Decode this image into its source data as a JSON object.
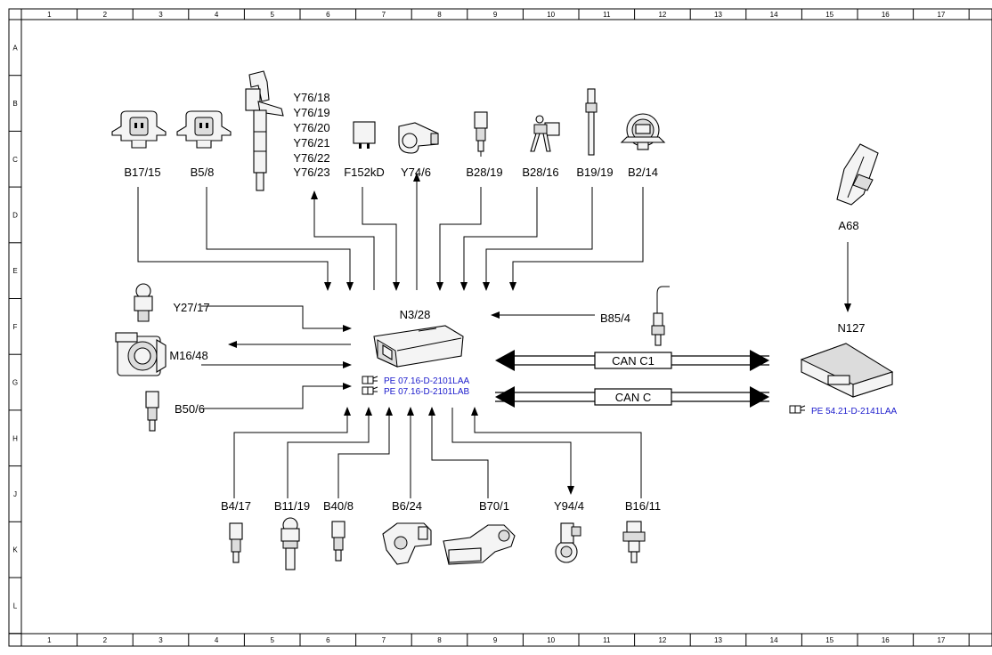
{
  "grid": {
    "columns": [
      "1",
      "2",
      "3",
      "4",
      "5",
      "6",
      "7",
      "8",
      "9",
      "10",
      "11",
      "12",
      "13",
      "14",
      "15",
      "16",
      "17"
    ],
    "rows": [
      "A",
      "B",
      "C",
      "D",
      "E",
      "F",
      "G",
      "H",
      "J",
      "K",
      "L"
    ]
  },
  "components": {
    "b17_15": "B17/15",
    "b5_8": "B5/8",
    "y76": [
      "Y76/18",
      "Y76/19",
      "Y76/20",
      "Y76/21",
      "Y76/22",
      "Y76/23"
    ],
    "f152kd": "F152kD",
    "y74_6": "Y74/6",
    "b28_19": "B28/19",
    "b28_16": "B28/16",
    "b19_19": "B19/19",
    "b2_14": "B2/14",
    "a68": "A68",
    "y27_17": "Y27/17",
    "m16_48": "M16/48",
    "b50_6": "B50/6",
    "n3_28": "N3/28",
    "b85_4": "B85/4",
    "n127": "N127",
    "b4_17": "B4/17",
    "b11_19": "B11/19",
    "b40_8": "B40/8",
    "b6_24": "B6/24",
    "b70_1": "B70/1",
    "y94_4": "Y94/4",
    "b16_11": "B16/11"
  },
  "buses": {
    "can_c1": "CAN C1",
    "can_c": "CAN C"
  },
  "references": {
    "ref1": "PE 07.16-D-2101LAA",
    "ref2": "PE 07.16-D-2101LAB",
    "ref3": "PE 54.21-D-2141LAA"
  },
  "colors": {
    "reference_text": "#1a1acc",
    "line": "#000000"
  }
}
